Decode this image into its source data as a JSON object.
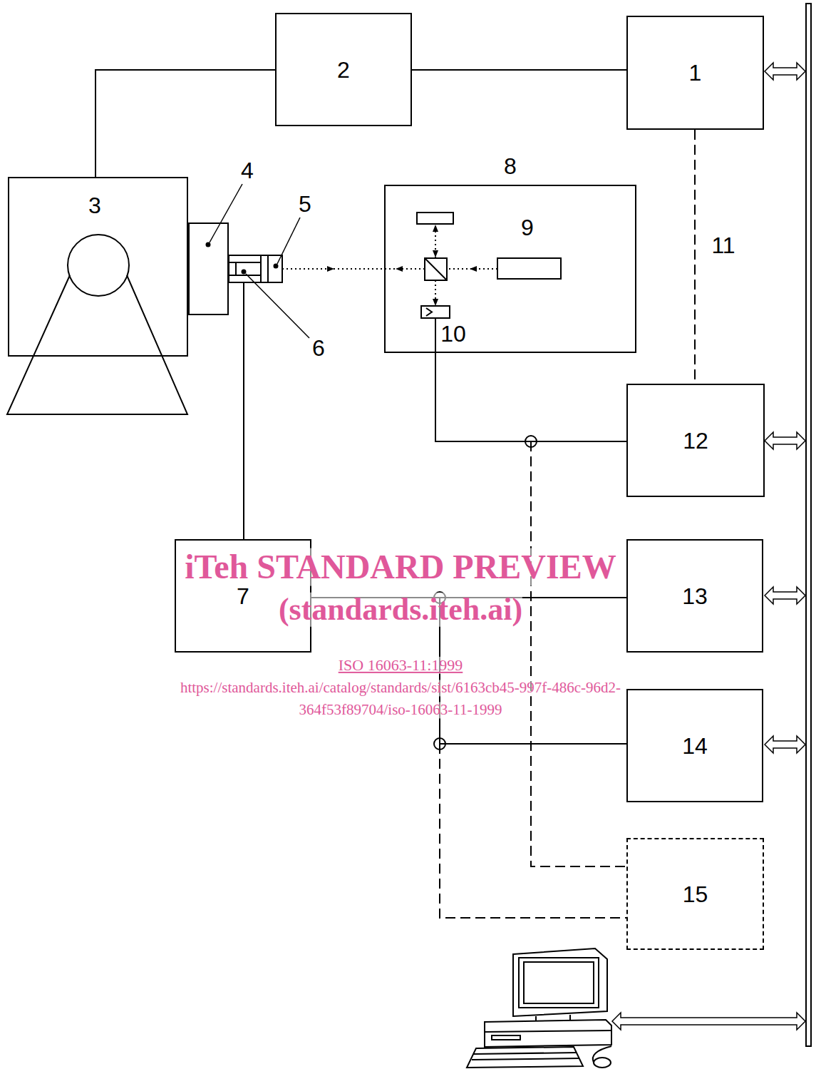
{
  "diagram": {
    "nodes": [
      {
        "text": [
          "2"
        ]
      },
      {
        "text": [
          "1"
        ]
      },
      {
        "text": [
          "3"
        ]
      },
      {
        "text": [
          "8"
        ]
      },
      {
        "text": [
          "12"
        ]
      },
      {
        "text": [
          "7"
        ]
      },
      {
        "text": [
          "13"
        ]
      },
      {
        "text": [
          "14"
        ]
      },
      {
        "text": [
          "15"
        ]
      }
    ],
    "edges": [
      {
        "from": 2,
        "to": 0,
        "arrow": "none"
      },
      {
        "from": 0,
        "to": 1,
        "arrow": "none"
      },
      {
        "from": 1,
        "to": 4,
        "arrow": "none",
        "label": "11"
      },
      {
        "from": 3,
        "to": 4,
        "arrow": "none"
      },
      {
        "from": 5,
        "to": 6,
        "arrow": "none"
      },
      {
        "from": 5,
        "to": 7,
        "arrow": "none"
      },
      {
        "from": 5,
        "to": 8,
        "arrow": "none"
      },
      {
        "from": 3,
        "to": 8,
        "arrow": "none"
      }
    ],
    "labels": [
      "4",
      "5",
      "6",
      "9",
      "10",
      "iTeh STANDARD PREVIEW",
      "(standards.iteh.ai)",
      "ISO 16063-11:1999",
      "https://standards.iteh.ai/catalog/standards/sist/6163cb45-997f-486c-96d2-",
      "364f53f89704/iso-16063-11-1999"
    ]
  }
}
